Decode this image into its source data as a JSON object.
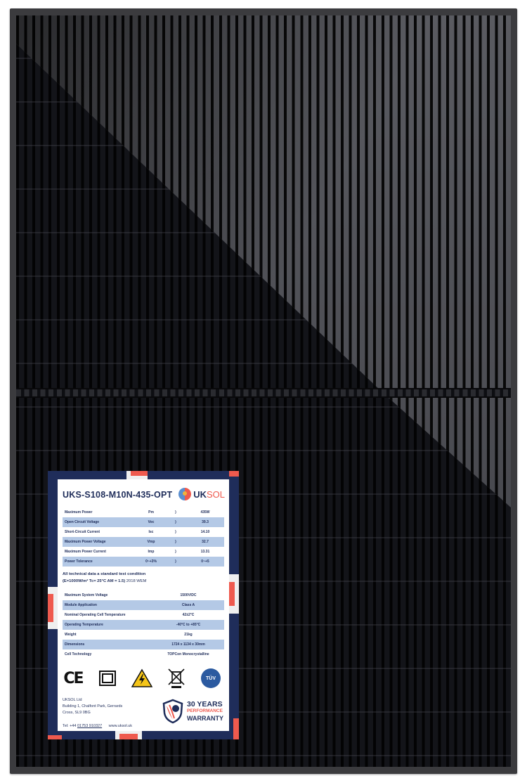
{
  "image": {
    "description": "Black all-black monocrystalline solar panel product photo with specification label",
    "colors": {
      "frame": "#3b3b3e",
      "cells": "#0d0e12",
      "label_navy": "#1f2d5a",
      "label_red": "#ef5a4e",
      "row_shade": "#b4c9e6"
    }
  },
  "label": {
    "model": "UKS-S108-M10N-435-OPT",
    "brand": {
      "uk": "UK",
      "sol": "SOL",
      "icon": "uksol-sun-logo-icon"
    },
    "electrical_specs": [
      {
        "name": "Maximum Power",
        "symbol": "Pm",
        "paren": ")",
        "value": "435W"
      },
      {
        "name": "Open Circuit Voltage",
        "symbol": "Voc",
        "paren": ")",
        "value": "39.3"
      },
      {
        "name": "Short-Circuit Current",
        "symbol": "Isc",
        "paren": ")",
        "value": "14.10"
      },
      {
        "name": "Maximum Power Voltage",
        "symbol": "Vmp",
        "paren": ")",
        "value": "32.7"
      },
      {
        "name": "Maximum Power Current",
        "symbol": "Imp",
        "paren": ")",
        "value": "13.31"
      },
      {
        "name": "Power Tolerance",
        "symbol": "0~+3%",
        "paren": ")",
        "value": "0~+5"
      }
    ],
    "stc_note": {
      "line1": "All technical data a standard test condition",
      "line2": "(E=1000W/m² Tc= 25°C  AM = 1.5)",
      "line2_suffix": " 2018 WEM"
    },
    "module_specs": [
      {
        "name": "Maximum System Voltage",
        "value": "1500V/DC"
      },
      {
        "name": "Module Application",
        "value": "Class A"
      },
      {
        "name": "Nominal Operating Cell Temperature",
        "value": "42±2°C"
      },
      {
        "name": "Operating Temperature",
        "value": "-40°C  to +85°C"
      },
      {
        "name": "Weight",
        "value": "21kg"
      },
      {
        "name": "Dimensions",
        "value": "1724 x 1134 x 30mm"
      },
      {
        "name": "Cell Technology",
        "value": "TOPCon Monocrystalline"
      }
    ],
    "certifications": [
      {
        "icon": "ce-mark-icon",
        "text": "CE"
      },
      {
        "icon": "class-ii-double-insulation-icon",
        "text": ""
      },
      {
        "icon": "high-voltage-warning-icon",
        "text": ""
      },
      {
        "icon": "weee-crossed-bin-icon",
        "text": ""
      },
      {
        "icon": "tuv-sud-certification-icon",
        "text": "TÜV"
      }
    ],
    "address": {
      "company": "UKSOL Ltd",
      "line1": "Building 1, Chalfont Park, Gerrards",
      "line2": "Cross, SL9 0BG"
    },
    "contact": {
      "phone_label": "Tel: +44 ",
      "phone": "01753 910327",
      "website": "www.uksol.uk"
    },
    "warranty": {
      "years": "30 YEARS",
      "line2": "PERFORMANCE",
      "line3": "WARRANTY",
      "icon": "lion-shield-icon"
    }
  }
}
